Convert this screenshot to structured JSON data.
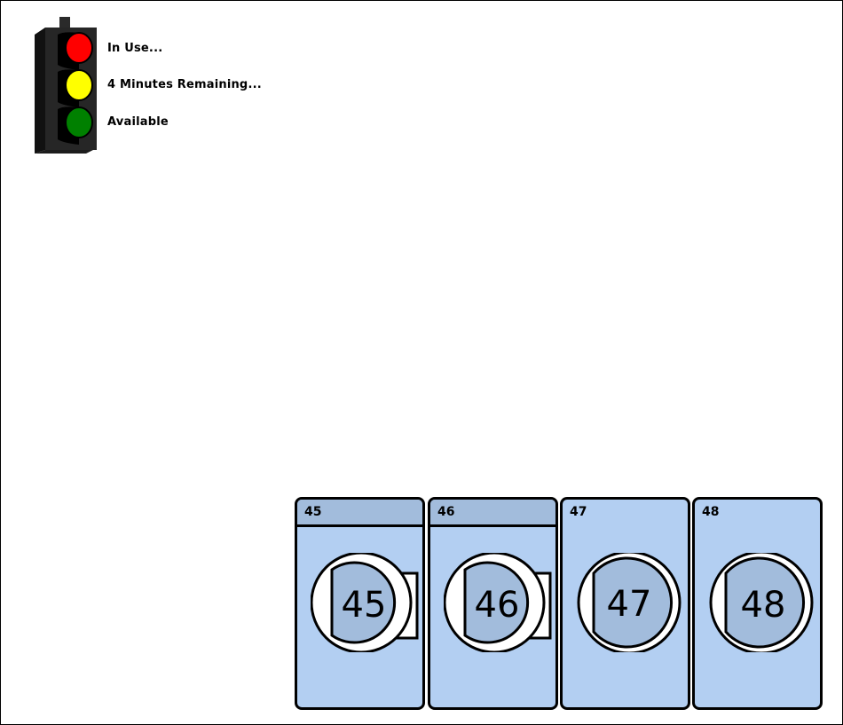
{
  "legend": {
    "in_use": "In Use...",
    "minutes_remaining": "4 Minutes Remaining...",
    "available": "Available",
    "colors": {
      "red": "#ff0000",
      "yellow": "#ffff00",
      "green": "#008000"
    }
  },
  "machines": [
    {
      "id": "45",
      "door_label": "45",
      "header_bar": true
    },
    {
      "id": "46",
      "door_label": "46",
      "header_bar": true
    },
    {
      "id": "47",
      "door_label": "47",
      "header_bar": false
    },
    {
      "id": "48",
      "door_label": "48",
      "header_bar": false
    }
  ],
  "colors": {
    "machine_body": "#b3cff2",
    "header_bar": "#a2bcdc",
    "door_glass": "#a2bcdc"
  }
}
